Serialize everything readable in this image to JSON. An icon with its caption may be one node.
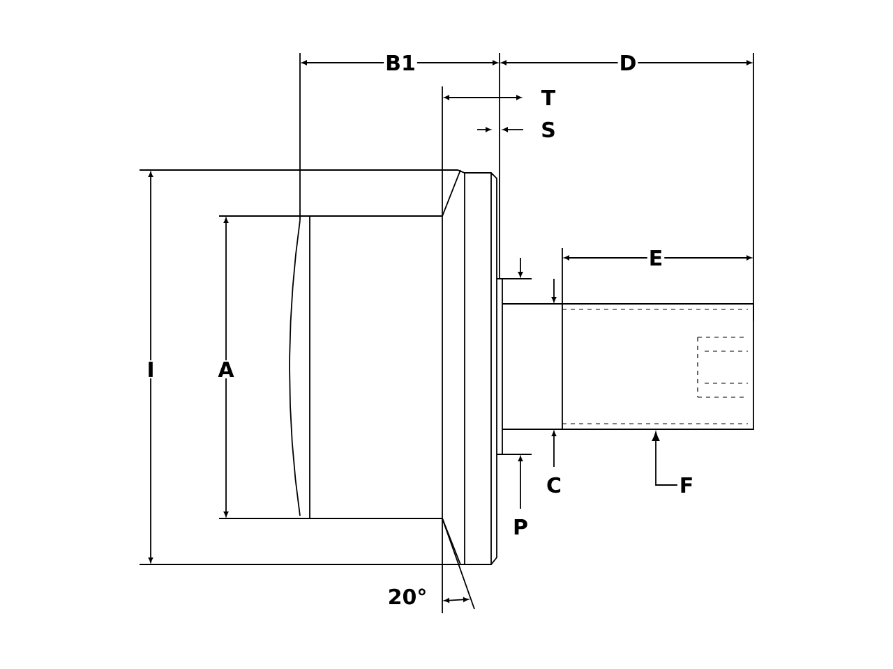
{
  "diagram": {
    "nodes": [
      {
        "text": [
          "F"
        ]
      },
      {
        "text": [],
        "shape": "picture"
      }
    ],
    "edges": [
      {
        "from": 0,
        "to": 1,
        "arrow": "to"
      }
    ],
    "labels": [
      "B1",
      "D",
      "T",
      "S",
      "E",
      "I",
      "A",
      "C",
      "P",
      "20°"
    ]
  }
}
